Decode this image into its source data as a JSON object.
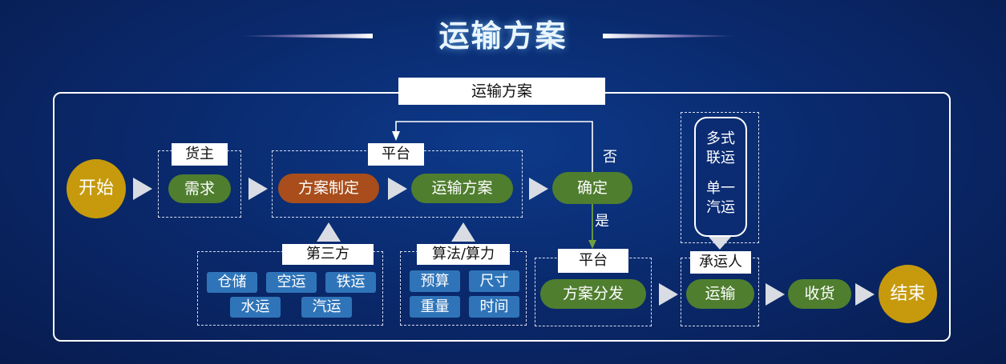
{
  "header": {
    "title": "运输方案"
  },
  "frame": {
    "label": "运输方案"
  },
  "nodes": {
    "start": "开始",
    "shipper_label": "货主",
    "demand": "需求",
    "platform_label": "平台",
    "plan_making": "方案制定",
    "transport_plan": "运输方案",
    "confirm": "确定",
    "no_label": "否",
    "yes_label": "是",
    "third_party_label": "第三方",
    "algorithm_label": "算法/算力",
    "platform2_label": "平台",
    "plan_distribute": "方案分发",
    "carrier_label": "承运人",
    "transport": "运输",
    "receive": "收货",
    "end": "结束"
  },
  "third_party_items": [
    "仓储",
    "空运",
    "铁运",
    "水运",
    "汽运"
  ],
  "algorithm_items": [
    "预算",
    "尺寸",
    "重量",
    "时间"
  ],
  "transport_modes": {
    "mode1_line1": "多式",
    "mode1_line2": "联运",
    "mode2_line1": "单一",
    "mode2_line2": "汽运"
  },
  "colors": {
    "green": "#4f7e2f",
    "brown": "#a84d1b",
    "gold": "#c69a0c",
    "blue_tag": "#2f74b9",
    "background": "#0a2a6e"
  }
}
